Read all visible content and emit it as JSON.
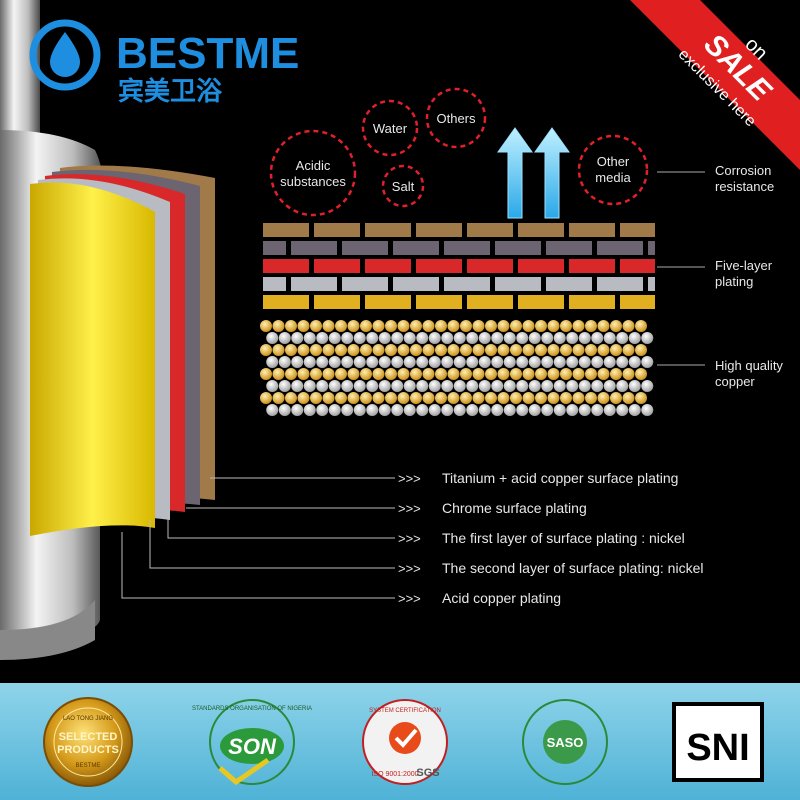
{
  "brand": {
    "name": "BESTME",
    "chinese_name": "宾美卫浴",
    "color": "#1e8fe0"
  },
  "ribbon": {
    "line1": "on",
    "line2": "SALE",
    "line3": "exclusive here",
    "color": "#e02020"
  },
  "bubbles": {
    "acidic_line1": "Acidic",
    "acidic_line2": "substances",
    "water": "Water",
    "others": "Others",
    "salt": "Salt",
    "other_media_line1": "Other",
    "other_media_line2": "media",
    "border_color": "#e0202a"
  },
  "side_labels": {
    "corrosion_line1": "Corrosion",
    "corrosion_line2": "resistance",
    "plating_line1": "Five-layer",
    "plating_line2": "plating",
    "copper_line1": "High quality",
    "copper_line2": "copper"
  },
  "layers": [
    {
      "arrow": ">>>",
      "text": "Titanium + acid copper surface plating"
    },
    {
      "arrow": ">>>",
      "text": "Chrome surface plating"
    },
    {
      "arrow": ">>>",
      "text": "The first layer of surface plating : nickel"
    },
    {
      "arrow": ">>>",
      "text": "The second layer of surface plating: nickel"
    },
    {
      "arrow": ">>>",
      "text": "Acid copper plating"
    }
  ],
  "layer_colors": [
    "#a07a48",
    "#6c6470",
    "#d8282a",
    "#b8bcc2",
    "#e0b020"
  ],
  "certifications": {
    "badge_top": "LAO TONG JIANG",
    "badge_main1": "SELECTED",
    "badge_main2": "PRODUCTS",
    "badge_bottom": "BESTME",
    "son_ring": "STANDARDS ORGANISATION OF NIGERIA",
    "son_text": "SON",
    "sgs_ring": "SYSTEM CERTIFICATION",
    "sgs_iso": "ISO 9001:2000",
    "sgs_text": "SGS",
    "saso_text": "SASO",
    "sni_text": "SNI"
  },
  "footer_color": "#6ec5e0"
}
